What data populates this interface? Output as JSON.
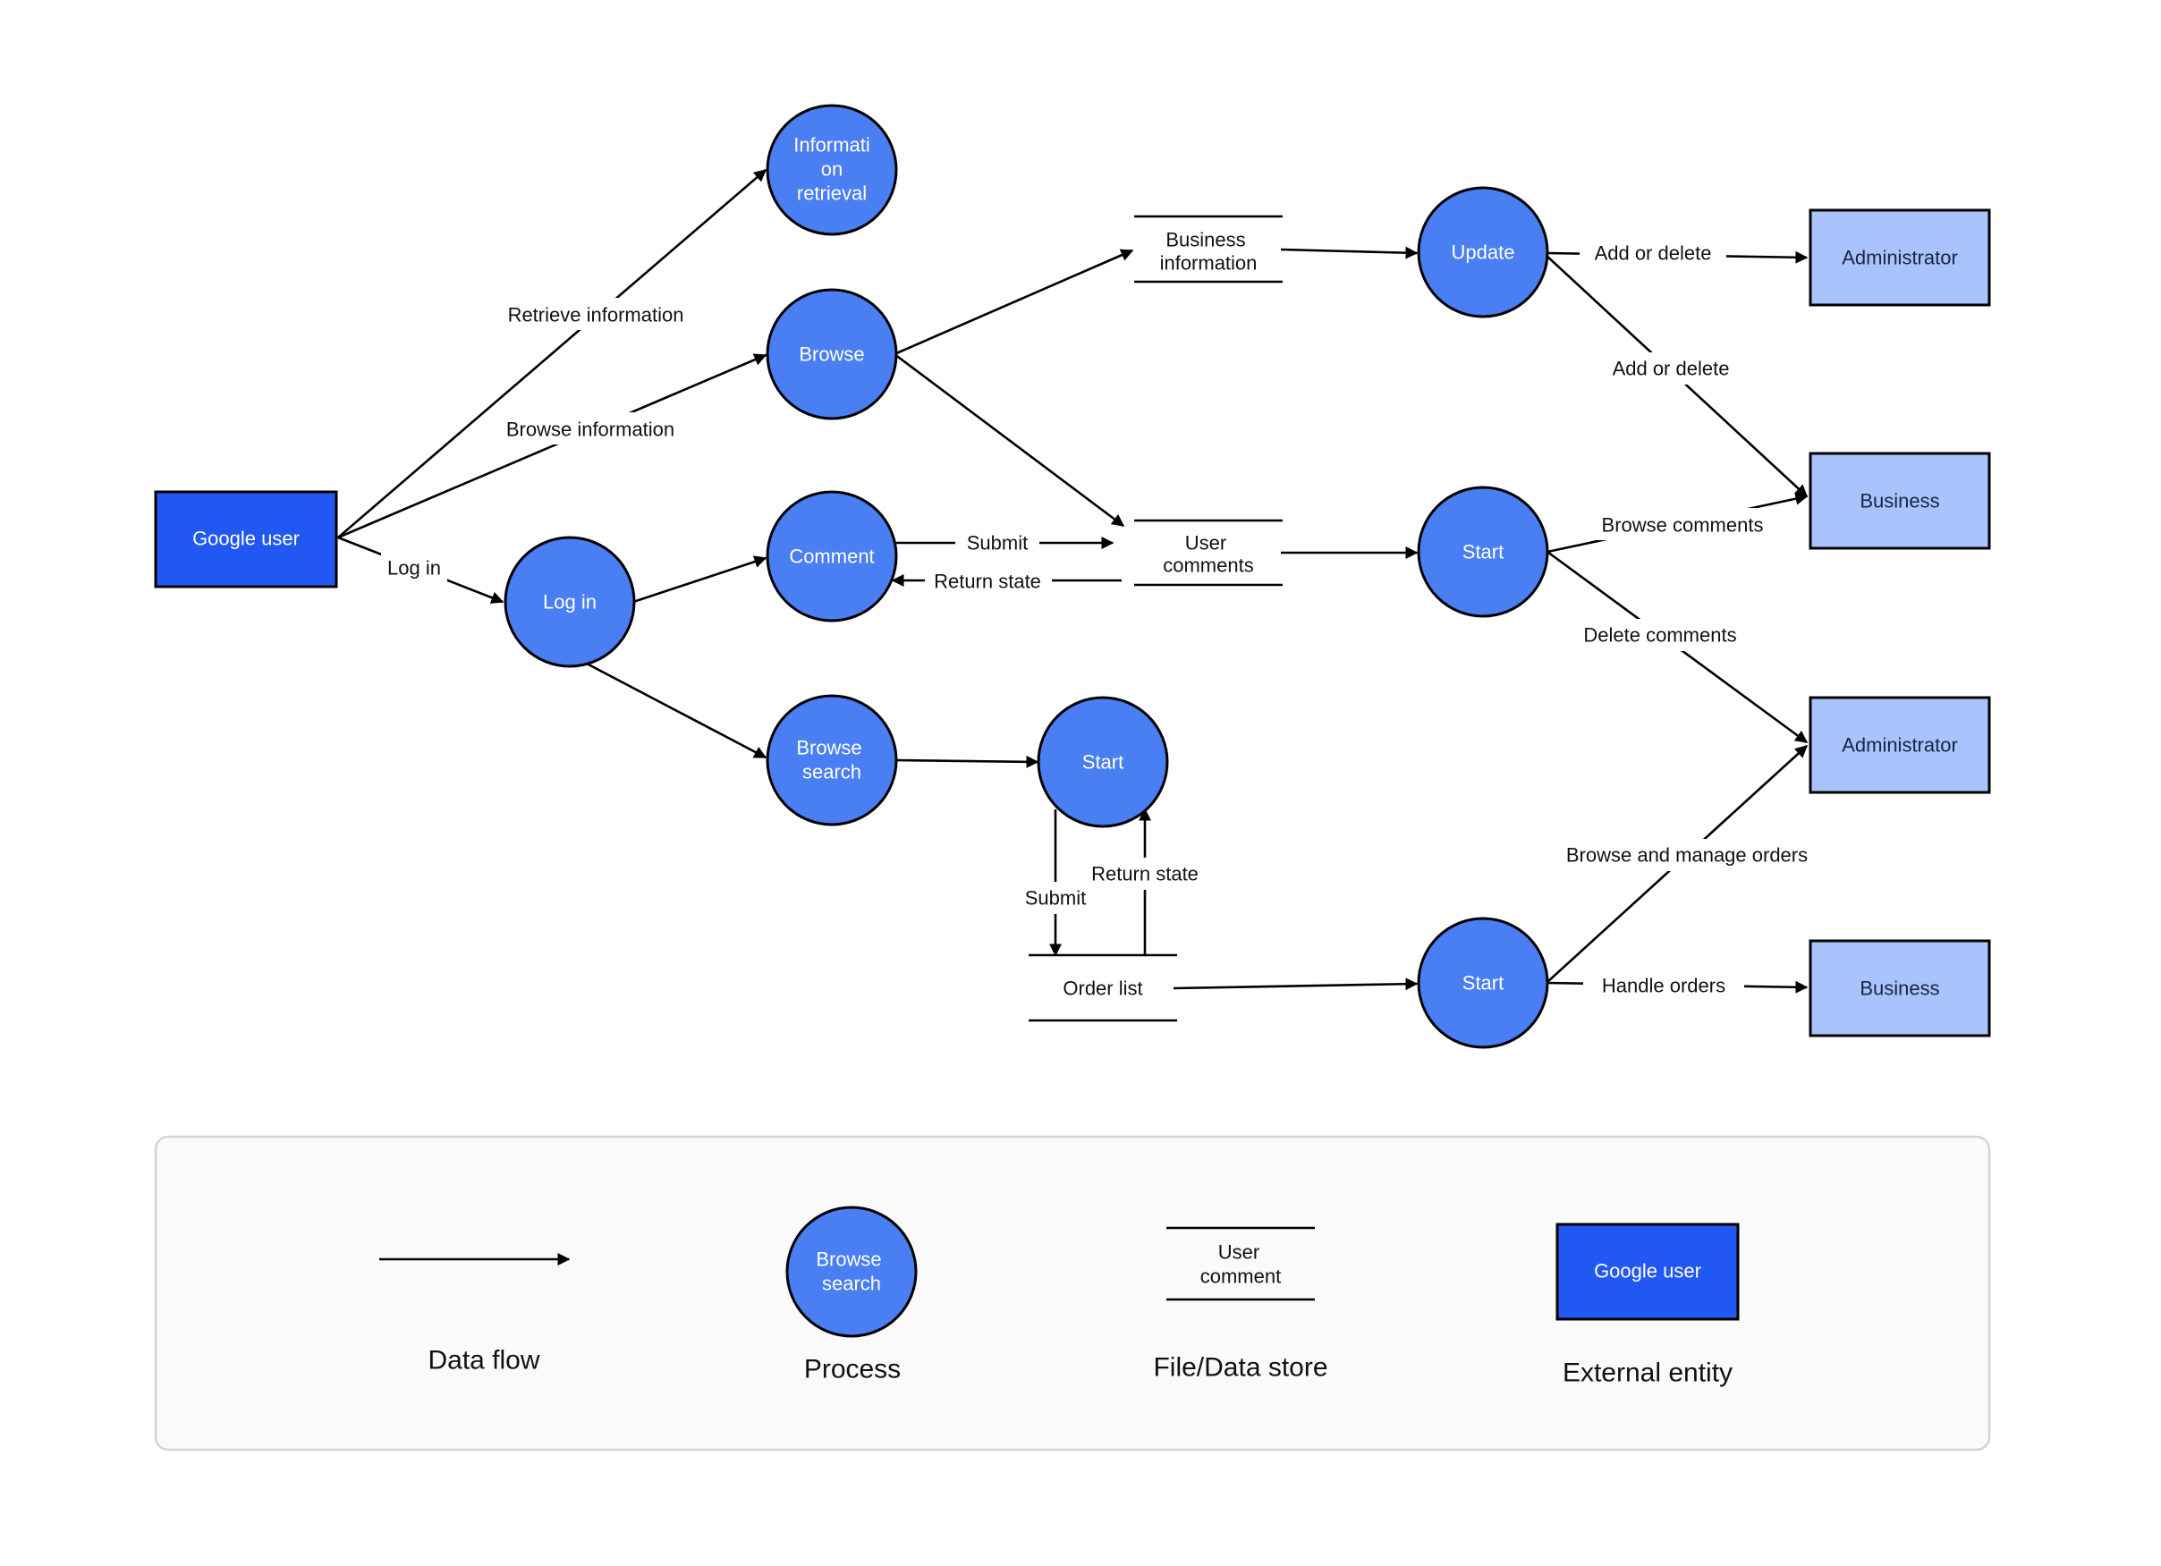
{
  "nodes": {
    "google_user": "Google user",
    "info_retrieval": [
      "Informati",
      "on",
      "retrieval"
    ],
    "browse": "Browse",
    "comment": "Comment",
    "log_in": "Log in",
    "browse_search": [
      "Browse",
      "search"
    ],
    "start_order": "Start",
    "business_information": [
      "Business",
      "information"
    ],
    "user_comments": [
      "User",
      "comments"
    ],
    "order_list": "Order list",
    "update": "Update",
    "start_comments": "Start",
    "start_orders": "Start",
    "administrator_1": "Administrator",
    "business_1": "Business",
    "administrator_2": "Administrator",
    "business_2": "Business"
  },
  "edges": {
    "retrieve_information": "Retrieve information",
    "browse_information": "Browse information",
    "log_in": "Log in",
    "submit_comment": "Submit",
    "return_state_comment": "Return state",
    "submit_order": "Submit",
    "return_state_order": "Return state",
    "add_or_delete_admin": "Add or delete",
    "add_or_delete_business": "Add or delete",
    "browse_comments": "Browse comments",
    "delete_comments": "Delete comments",
    "browse_and_manage_orders": "Browse and manage orders",
    "handle_orders": "Handle orders"
  },
  "legend": {
    "data_flow": "Data flow",
    "process_sample": [
      "Browse",
      "search"
    ],
    "process": "Process",
    "store_sample": [
      "User",
      "comment"
    ],
    "file_data_store": "File/Data store",
    "entity_sample": "Google user",
    "external_entity": "External entity"
  },
  "colors": {
    "process_fill": "#4a7ef3",
    "entity_dark_fill": "#2158f2",
    "entity_light_fill": "#a9c3fc",
    "legend_background": "#fafafa"
  }
}
